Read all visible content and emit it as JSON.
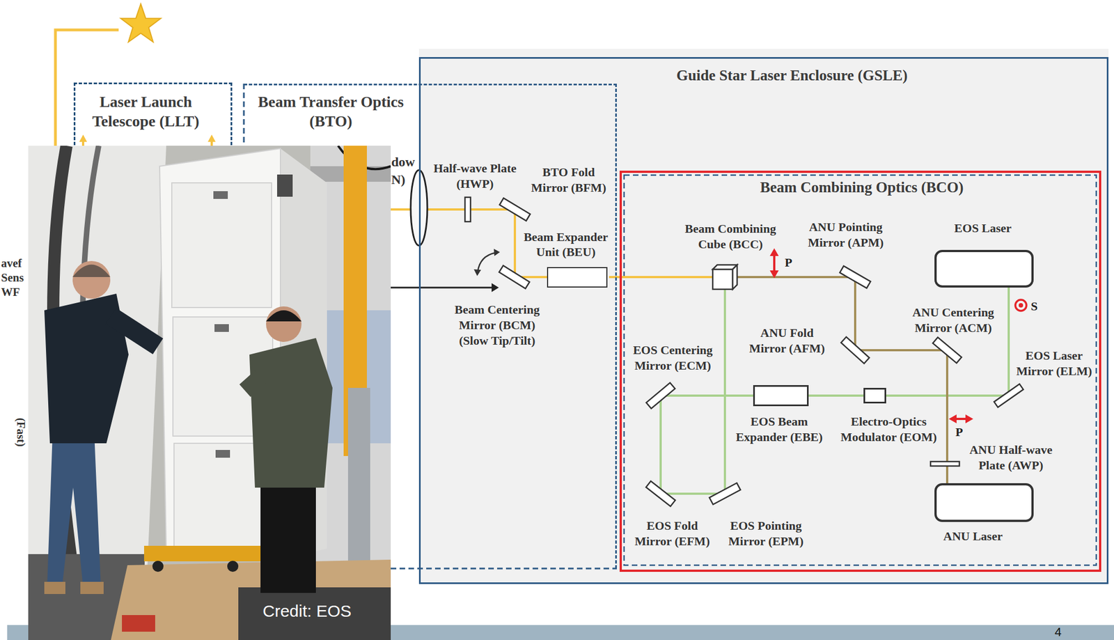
{
  "diagram": {
    "nodes": [
      {
        "text": [
          "Laser Launch Telescope (LLT)"
        ]
      },
      {
        "text": [
          "Beam Transfer Optics (BTO)"
        ]
      },
      {
        "text": [
          "Guide Star Laser Enclosure (GSLE)"
        ]
      },
      {
        "text": [
          "Beam Combining Optics (BCO)"
        ],
        "in": 2
      },
      {
        "text": [
          "Beam Expander Unit (BEU)"
        ],
        "in": 1
      },
      {
        "text": [
          "EOS Laser"
        ],
        "in": 3
      },
      {
        "text": [
          "Electro-Optics Modulator (EOM)"
        ],
        "in": 3
      },
      {
        "text": [
          "EOS Beam Expander (EBE)"
        ],
        "in": 3
      },
      {
        "text": [
          "ANU Laser"
        ],
        "in": 3
      }
    ],
    "edges": [
      {
        "from": 5,
        "to": 6,
        "arrow": "none"
      },
      {
        "from": 6,
        "to": 7,
        "arrow": "none"
      }
    ],
    "labels": [
      "avef",
      "Sens",
      "WF",
      "(Fast)",
      "dow",
      "N)",
      "Half-wave Plate (HWP)",
      "BTO Fold Mirror (BFM)",
      "Beam Centering Mirror (BCM)",
      "(Slow Tip/Tilt)",
      "Beam Combining Cube (BCC)",
      "P",
      "ANU Pointing Mirror (APM)",
      "ANU Fold Mirror (AFM)",
      "ANU Centering Mirror (ACM)",
      "S",
      "EOS Laser Mirror (ELM)",
      "EOS Centering Mirror (ECM)",
      "P",
      "ANU Half-wave Plate (AWP)",
      "EOS Fold Mirror (EFM)",
      "EOS Pointing Mirror (EPM)",
      "Credit: EOS",
      "4"
    ]
  }
}
